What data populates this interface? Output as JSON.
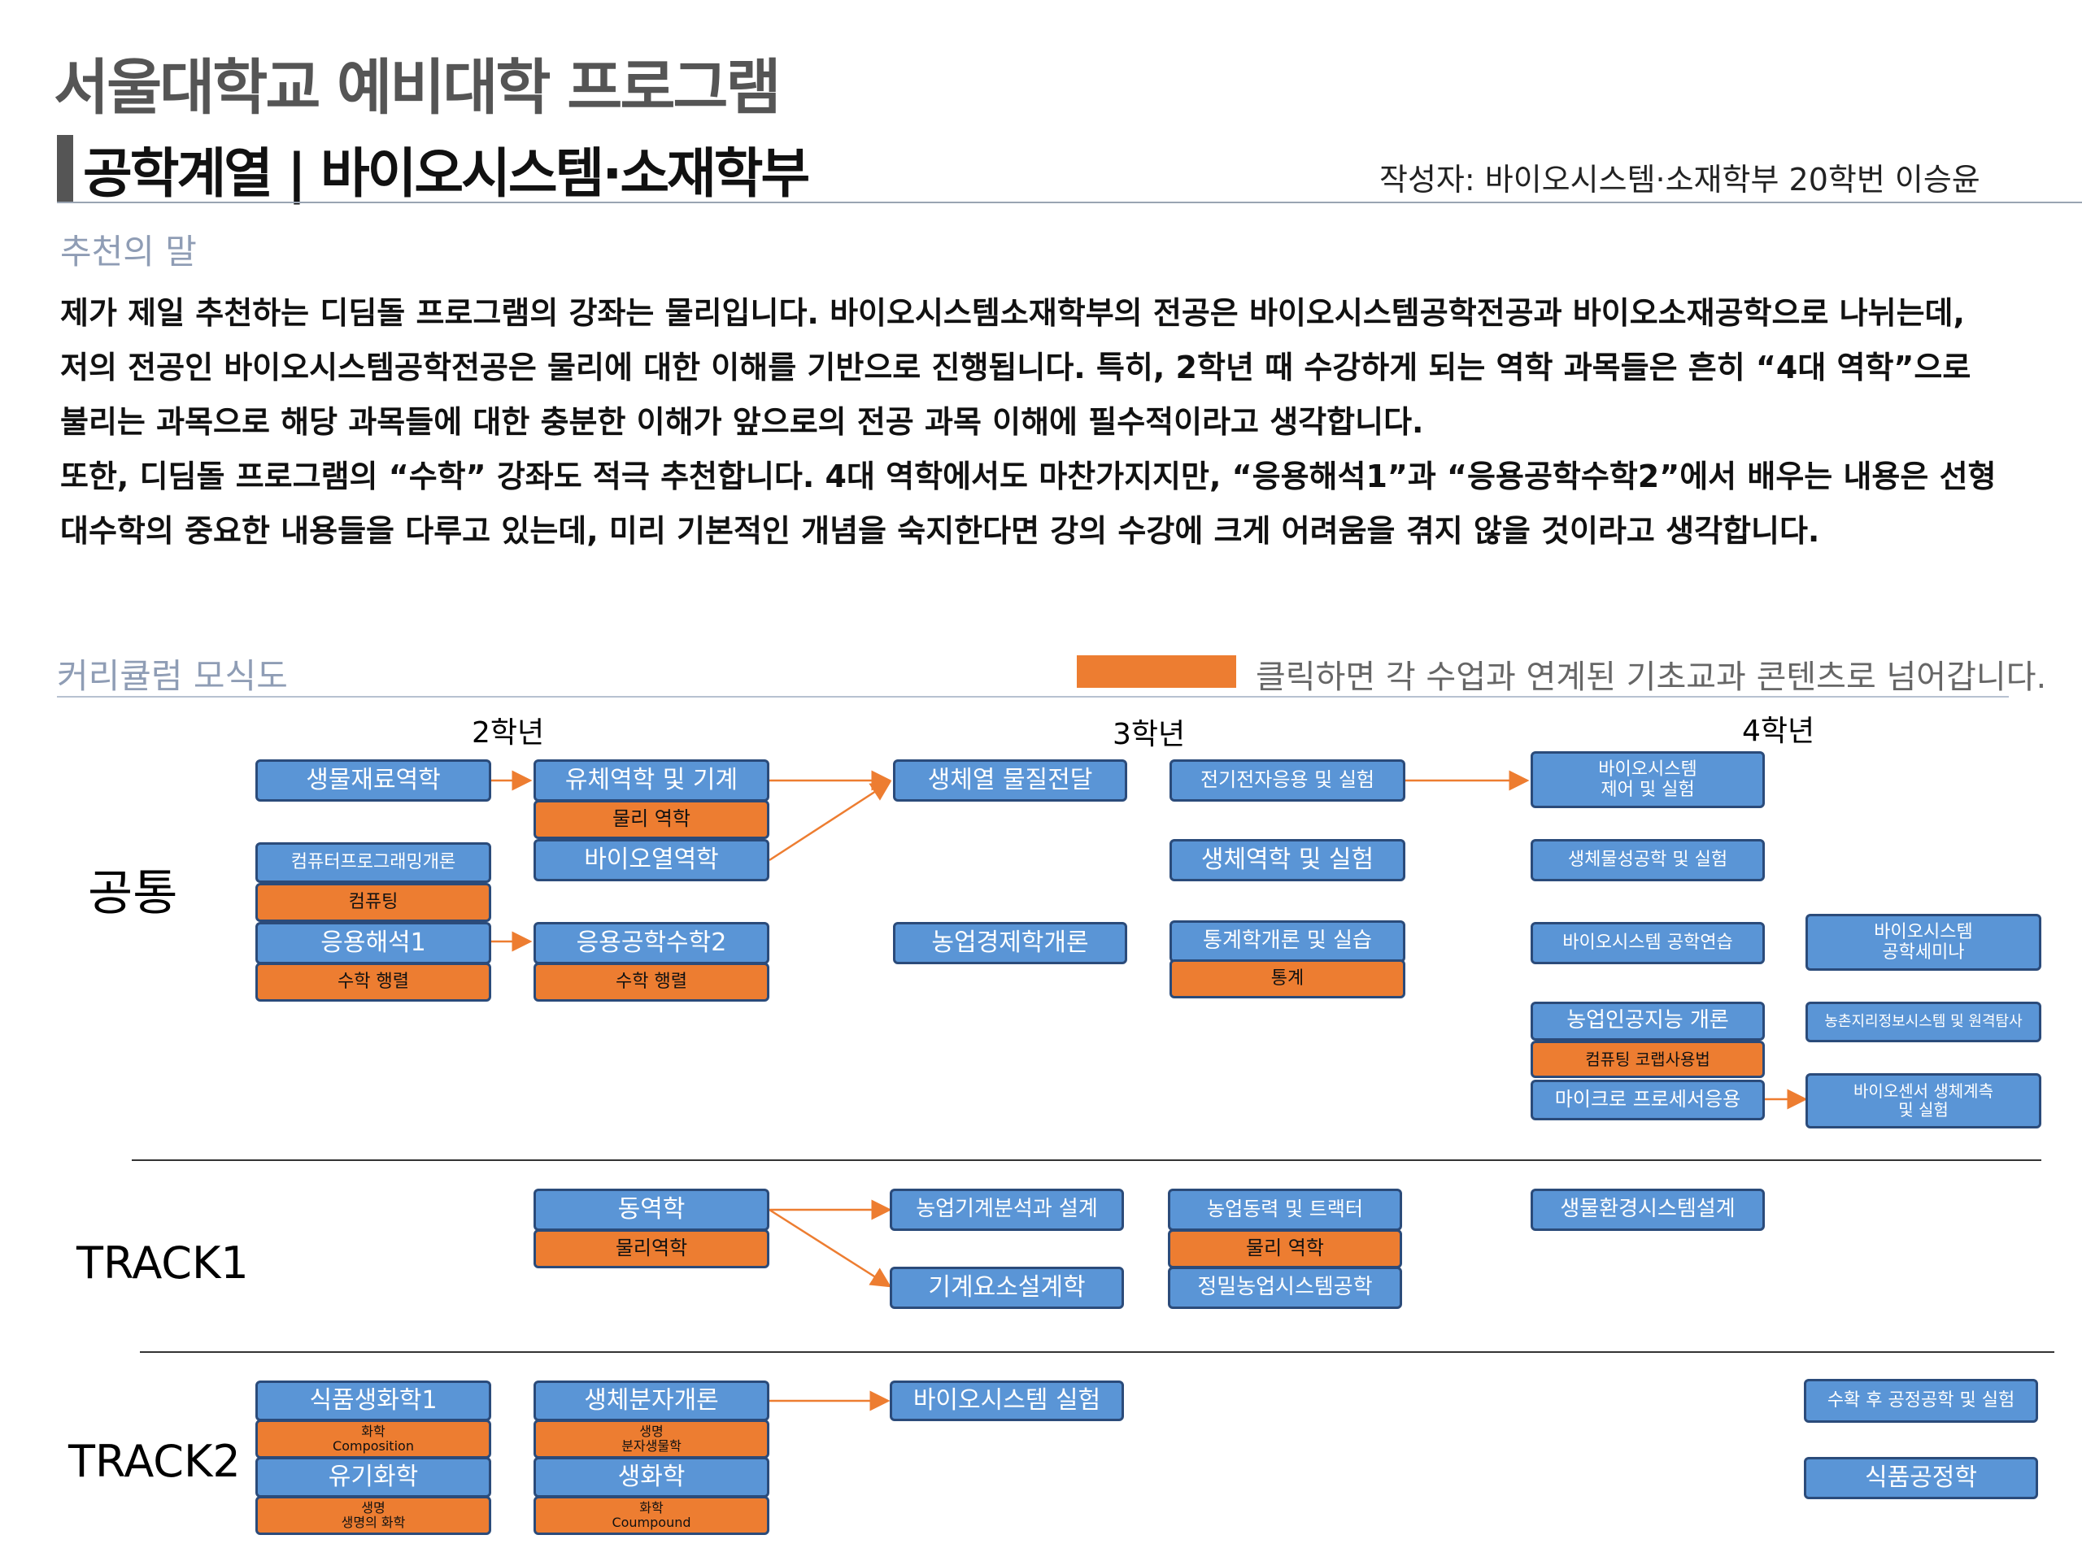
{
  "header": {
    "main_title": "서울대학교 예비대학 프로그램",
    "sub_title": "공학계열 | 바이오시스템·소재학부",
    "author": "작성자: 바이오시스템·소재학부 20학번 이승윤"
  },
  "recommendation": {
    "title": "추천의 말",
    "lines": [
      "제가 제일 추천하는 디딤돌 프로그램의 강좌는 물리입니다. 바이오시스템소재학부의 전공은 바이오시스템공학전공과 바이오소재공학으로 나뉘는데,",
      "저의 전공인 바이오시스템공학전공은 물리에 대한 이해를 기반으로 진행됩니다. 특히, 2학년 때 수강하게 되는 역학 과목들은 흔히 “4대 역학”으로",
      "불리는 과목으로 해당 과목들에 대한 충분한 이해가 앞으로의 전공 과목 이해에 필수적이라고 생각합니다.",
      "또한, 디딤돌 프로그램의 “수학” 강좌도 적극 추천합니다. 4대 역학에서도 마찬가지지만, “응용해석1”과 “응용공학수학2”에서 배우는 내용은 선형",
      "대수학의 중요한 내용들을 다루고 있는데, 미리 기본적인 개념을 숙지한다면 강의 수강에 크게 어려움을 겪지 않을 것이라고 생각합니다."
    ]
  },
  "curriculum": {
    "title": "커리큘럼 모식도",
    "legend_text": "클릭하면 각 수업과 연계된 기초교과 콘텐츠로 넘어갑니다.",
    "legend_color": "#ed7d31",
    "course_color": "#5a95d6",
    "years": [
      "2학년",
      "3학년",
      "4학년"
    ],
    "rows": [
      "공통",
      "TRACK1",
      "TRACK2"
    ],
    "boxes": {
      "b1": "생물재료역학",
      "b2": "유체역학 및 기계",
      "o1": "물리 역학",
      "b3": "바이오열역학",
      "b4": "생체열 물질전달",
      "b5": "전기전자응용 및 실험",
      "b6": "바이오시스템\n제어 및 실험",
      "b7": "컴퓨터프로그래밍개론",
      "o2": "컴퓨팅",
      "b8": "생체역학 및 실험",
      "b9": "생체물성공학 및 실험",
      "b10": "응용해석1",
      "o3": "수학 행렬",
      "b11": "응용공학수학2",
      "o4": "수학 행렬",
      "b12": "농업경제학개론",
      "b13": "통계학개론 및 실습",
      "o5": "통계",
      "b14": "바이오시스템 공학연습",
      "b15": "바이오시스템\n공학세미나",
      "b16": "농업인공지능 개론",
      "o6": "컴퓨팅 코랩사용법",
      "b17": "마이크로 프로세서응용",
      "b18": "농촌지리정보시스템 및 원격탐사",
      "b19": "바이오센서 생체계측\n및 실험",
      "t1": "동역학",
      "o7": "물리역학",
      "t2": "농업기계분석과 설계",
      "t3": "기계요소설계학",
      "t4": "농업동력 및 트랙터",
      "o8": "물리 역학",
      "t5": "정밀농업시스템공학",
      "t6": "생물환경시스템설계",
      "s1": "식품생화학1",
      "os1": "화학\nComposition",
      "s2": "유기화학",
      "os2": "생명\n생명의 화학",
      "s3": "생체분자개론",
      "os3": "생명\n분자생물학",
      "s4": "생화학",
      "os4": "화학\nCoumpound",
      "s5": "바이오시스템 실험",
      "s6": "수확 후 공정공학 및 실험",
      "s7": "식품공정학"
    }
  }
}
